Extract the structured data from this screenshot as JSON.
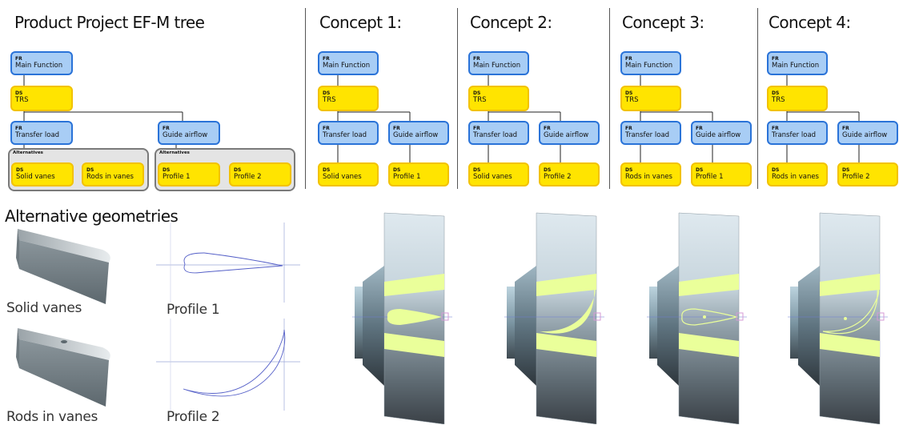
{
  "tree": {
    "title": "Product Project EF-M tree",
    "main_function": {
      "tag": "FR",
      "label": "Main Function"
    },
    "trs": {
      "tag": "DS",
      "label": "TRS"
    },
    "transfer_load": {
      "tag": "FR",
      "label": "Transfer load"
    },
    "guide_airflow": {
      "tag": "FR",
      "label": "Guide airflow"
    },
    "alternatives_label": "Alternatives",
    "solid_vanes": {
      "tag": "DS",
      "label": "Solid vanes"
    },
    "rods_in_vanes": {
      "tag": "DS",
      "label": "Rods in vanes"
    },
    "profile_1": {
      "tag": "DS",
      "label": "Profile 1"
    },
    "profile_2": {
      "tag": "DS",
      "label": "Profile 2"
    }
  },
  "concepts": [
    {
      "title": "Concept 1:",
      "main": {
        "tag": "FR",
        "label": "Main Function"
      },
      "trs": {
        "tag": "DS",
        "label": "TRS"
      },
      "fr_left": {
        "tag": "FR",
        "label": "Transfer load"
      },
      "fr_right": {
        "tag": "FR",
        "label": "Guide airflow"
      },
      "ds_left": {
        "tag": "DS",
        "label": "Solid vanes"
      },
      "ds_right": {
        "tag": "DS",
        "label": "Profile 1"
      }
    },
    {
      "title": "Concept 2:",
      "main": {
        "tag": "FR",
        "label": "Main Function"
      },
      "trs": {
        "tag": "DS",
        "label": "TRS"
      },
      "fr_left": {
        "tag": "FR",
        "label": "Transfer load"
      },
      "fr_right": {
        "tag": "FR",
        "label": "Guide airflow"
      },
      "ds_left": {
        "tag": "DS",
        "label": "Solid vanes"
      },
      "ds_right": {
        "tag": "DS",
        "label": "Profile 2"
      }
    },
    {
      "title": "Concept 3:",
      "main": {
        "tag": "FR",
        "label": "Main Function"
      },
      "trs": {
        "tag": "DS",
        "label": "TRS"
      },
      "fr_left": {
        "tag": "FR",
        "label": "Transfer load"
      },
      "fr_right": {
        "tag": "FR",
        "label": "Guide airflow"
      },
      "ds_left": {
        "tag": "DS",
        "label": "Rods in vanes"
      },
      "ds_right": {
        "tag": "DS",
        "label": "Profile 1"
      }
    },
    {
      "title": "Concept 4:",
      "main": {
        "tag": "FR",
        "label": "Main Function"
      },
      "trs": {
        "tag": "DS",
        "label": "TRS"
      },
      "fr_left": {
        "tag": "FR",
        "label": "Transfer load"
      },
      "fr_right": {
        "tag": "FR",
        "label": "Guide airflow"
      },
      "ds_left": {
        "tag": "DS",
        "label": "Rods in vanes"
      },
      "ds_right": {
        "tag": "DS",
        "label": "Profile 2"
      }
    }
  ],
  "geometries": {
    "title": "Alternative geometries",
    "solid_vanes": "Solid vanes",
    "rods_in_vanes": "Rods in vanes",
    "profile_1": "Profile 1",
    "profile_2": "Profile 2"
  },
  "colors": {
    "fr_fill": "#a8cdf5",
    "fr_border": "#2a73d8",
    "ds_fill": "#ffe400",
    "ds_border": "#f2c200",
    "alternatives_fill": "#e4e4e4",
    "vane_green": "#eaff9a"
  }
}
